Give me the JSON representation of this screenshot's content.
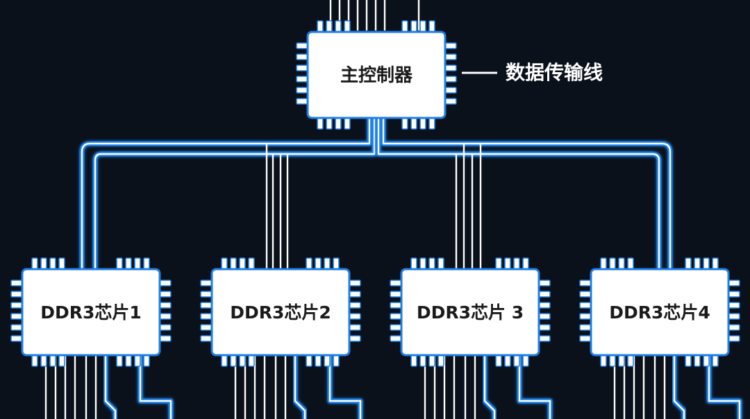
{
  "colors": {
    "background": "#0b111a",
    "trace_glow": "#1e7fe6",
    "trace_core": "#ffffff",
    "chip_body": "#ffffff",
    "chip_border": "#1e7fe6",
    "label_text": "#1a1a1a",
    "legend_text": "#ffffff"
  },
  "controller": {
    "label": "主控制器",
    "icon": "ic-chip-icon"
  },
  "legend": {
    "label": "数据传输线"
  },
  "ddr_chips": [
    {
      "label": "DDR3芯片1"
    },
    {
      "label": "DDR3芯片2"
    },
    {
      "label": "DDR3芯片 3"
    },
    {
      "label": "DDR3芯片4"
    }
  ]
}
